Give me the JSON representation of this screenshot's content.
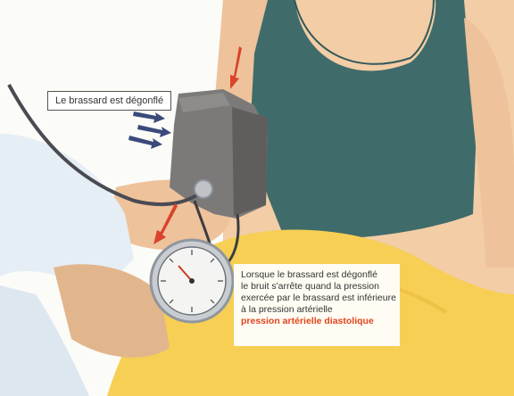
{
  "callout_top": {
    "text": "Le brassard est dégonflé"
  },
  "info": {
    "lines": [
      "Lorsque le brassard est dégonflé",
      "le bruit s'arrête quand la pression",
      "exercée par le brassard est inférieure",
      "à la pression artérielle"
    ],
    "highlight": "pression artérielle diastolique"
  },
  "colors": {
    "skin": "#f0c9a0",
    "tank_top": "#3f6b6a",
    "skirt": "#f6cf54",
    "cuff": "#7b7a79",
    "arrow_red": "#d9442b",
    "arrow_blue": "#3b4a7a",
    "highlight": "#e0441c"
  },
  "icons": [
    "deflate-arrows-icon",
    "red-flow-arrow-icon",
    "manometer-gauge-icon",
    "stethoscope-icon"
  ]
}
